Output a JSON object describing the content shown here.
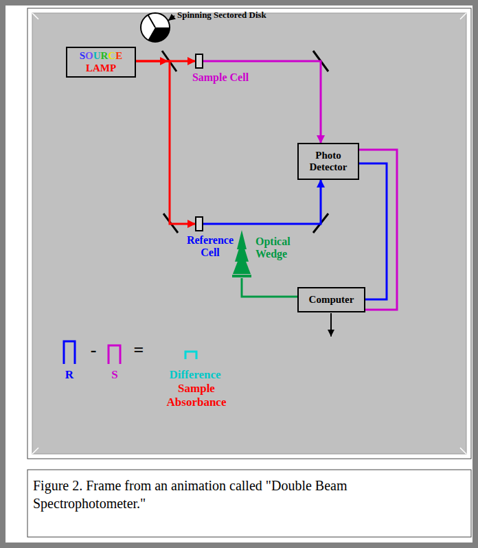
{
  "diagram": {
    "caption": "Figure 2. Frame from an animation called \"Double Beam Spectrophotometer.\"",
    "nodes": [
      {
        "text": [
          "SOURCE LAMP"
        ]
      },
      {
        "text": [
          "Sample Cell"
        ]
      },
      {
        "text": [
          "Photo Detector"
        ]
      },
      {
        "text": [
          "Reference Cell"
        ]
      },
      {
        "text": [
          "Optical Wedge"
        ]
      },
      {
        "text": [
          "Computer"
        ]
      }
    ],
    "edges": [
      {
        "from": 0,
        "to": 1,
        "arrow": "to"
      },
      {
        "from": 0,
        "to": 3,
        "arrow": "to"
      },
      {
        "from": 1,
        "to": 2,
        "arrow": "to"
      },
      {
        "from": 3,
        "to": 2,
        "arrow": "to"
      },
      {
        "from": 2,
        "to": 5,
        "arrow": "none"
      },
      {
        "from": 2,
        "to": 5,
        "arrow": "none"
      },
      {
        "from": 5,
        "to": 4,
        "arrow": "none"
      }
    ],
    "labels": [
      "Spinning Sectored Disk",
      "R",
      "-",
      "S",
      "=",
      "Difference",
      "Sample Absorbance"
    ]
  }
}
